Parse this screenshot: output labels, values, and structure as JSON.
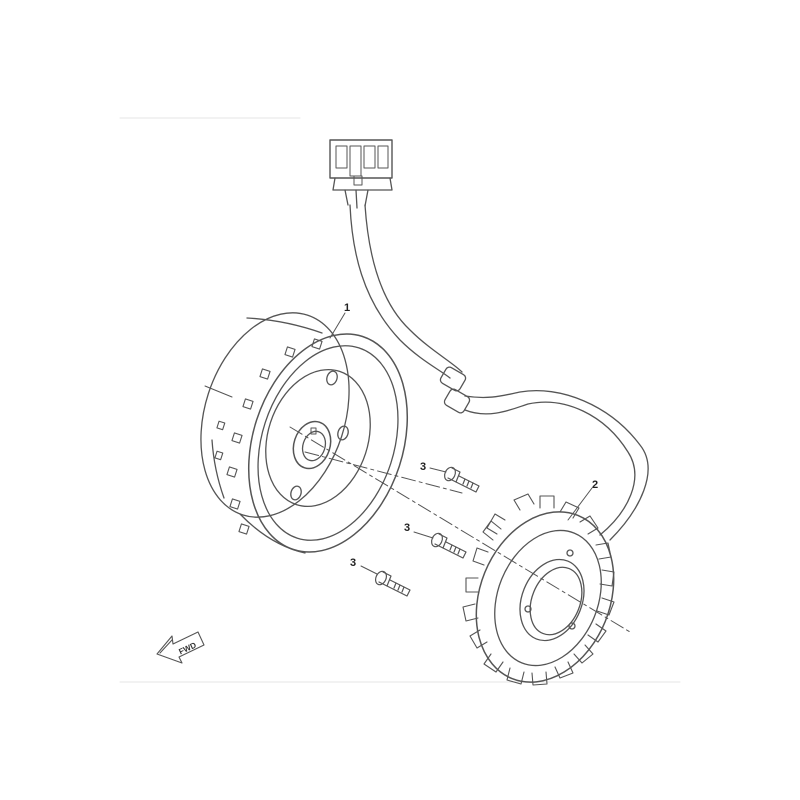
{
  "diagram": {
    "callouts": {
      "part_1": "1",
      "part_2": "2",
      "part_3a": "3",
      "part_3b": "3",
      "part_3c": "3"
    },
    "direction_arrow": "FWD"
  },
  "colors": {
    "line": "#555555",
    "background": "#ffffff"
  }
}
